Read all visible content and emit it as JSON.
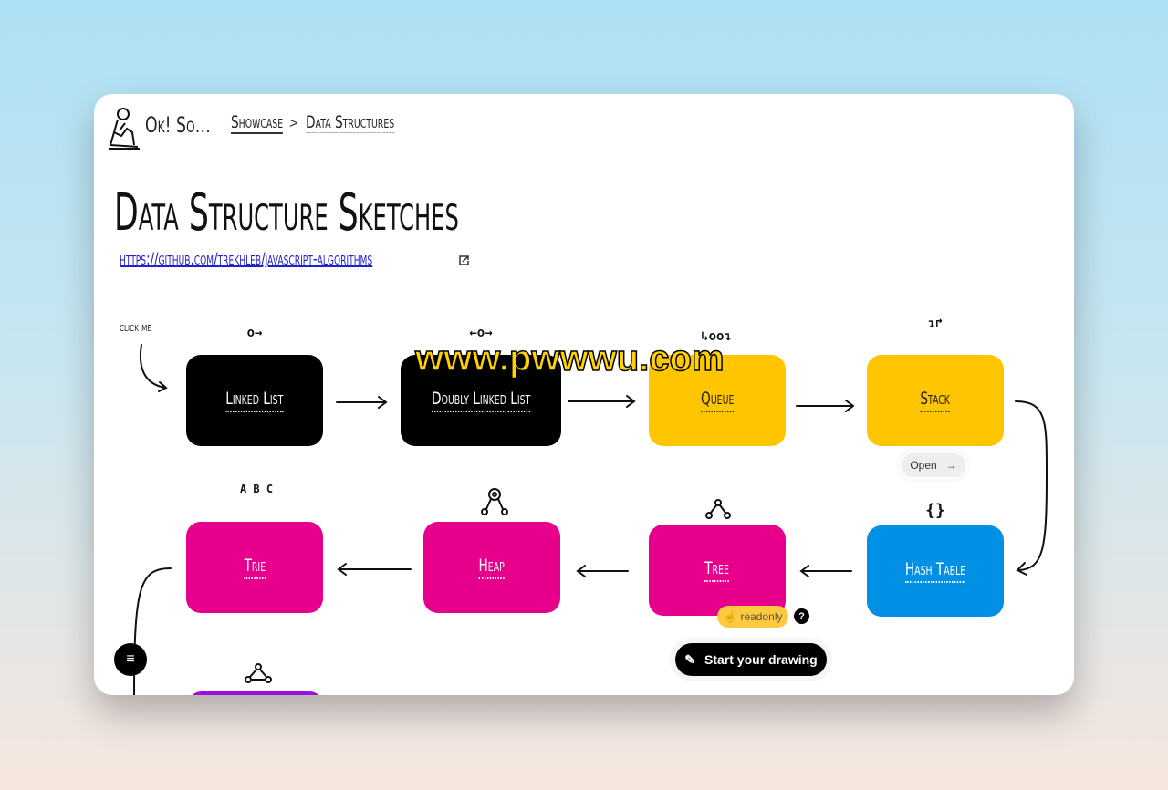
{
  "header": {
    "logo_text": "Ok! So…",
    "breadcrumb": [
      "Showcase",
      "Data Structures"
    ],
    "separator": ">"
  },
  "page": {
    "title": "Data Structure Sketches",
    "link": "https://github.com/trekhleb/javascript-algorithms"
  },
  "canvas": {
    "hint": "click me",
    "nodes": [
      {
        "label": "Linked List",
        "color": "#000000",
        "text": "#ffffff",
        "icon": "o→"
      },
      {
        "label": "Doubly Linked List",
        "color": "#000000",
        "text": "#ffffff",
        "icon": "←o→"
      },
      {
        "label": "Queue",
        "color": "#ffc600",
        "text": "#222222",
        "icon": "↳oo↴"
      },
      {
        "label": "Stack",
        "color": "#ffc600",
        "text": "#222222",
        "icon": "↴↱"
      },
      {
        "label": "Hash Table",
        "color": "#0091e6",
        "text": "#ffffff",
        "icon": "{}"
      },
      {
        "label": "Tree",
        "color": "#e6008c",
        "text": "#ffffff",
        "icon": "tree"
      },
      {
        "label": "Heap",
        "color": "#e6008c",
        "text": "#ffffff",
        "icon": "heap"
      },
      {
        "label": "Trie",
        "color": "#e6008c",
        "text": "#ffffff",
        "icon": "A B C"
      }
    ],
    "open_button": "Open",
    "readonly_badge": "readonly",
    "help": "?",
    "start_button": "Start your drawing"
  },
  "watermark": "www.pwwwu.com"
}
